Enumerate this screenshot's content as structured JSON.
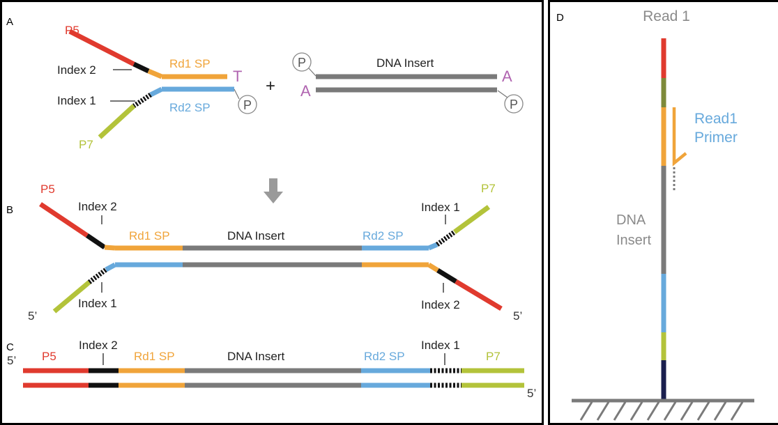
{
  "colors": {
    "p5": "#e03a2e",
    "p7": "#b3c33a",
    "rd1": "#f0a43a",
    "rd2": "#67a9dc",
    "insert": "#7a7a7a",
    "index": "#111111",
    "purple": "#b064b0",
    "grey_text": "#8a8a8a",
    "olive": "#7e8a3a",
    "navy": "#1a1f4e",
    "border": "#000000"
  },
  "panels": {
    "a": {
      "letter": "A",
      "p5": "P5",
      "p7": "P7",
      "index2": "Index 2",
      "index1": "Index 1",
      "rd1sp": "Rd1 SP",
      "rd2sp": "Rd2 SP",
      "t_overhang": "T",
      "p_symbol": "P",
      "plus": "+",
      "dna_insert": "DNA Insert",
      "a_overhang": "A"
    },
    "b": {
      "letter": "B",
      "p5": "P5",
      "p7": "P7",
      "index2_top": "Index 2",
      "index1_top": "Index 1",
      "index1_bottom": "Index 1",
      "index2_bottom": "Index 2",
      "rd1sp": "Rd1 SP",
      "dna_insert": "DNA Insert",
      "rd2sp": "Rd2 SP",
      "five_prime_left": "5’",
      "five_prime_right": "5’"
    },
    "c": {
      "letter": "C",
      "five_prime_left": "5’",
      "p5": "P5",
      "index2": "Index 2",
      "rd1sp": "Rd1 SP",
      "dna_insert": "DNA Insert",
      "rd2sp": "Rd2 SP",
      "index1": "Index 1",
      "p7": "P7",
      "five_prime_right": "5’"
    },
    "d": {
      "letter": "D",
      "read1": "Read 1",
      "read1_primer_line1": "Read1",
      "read1_primer_line2": "Primer",
      "dna_insert_line1": "DNA",
      "dna_insert_line2": "Insert"
    }
  }
}
